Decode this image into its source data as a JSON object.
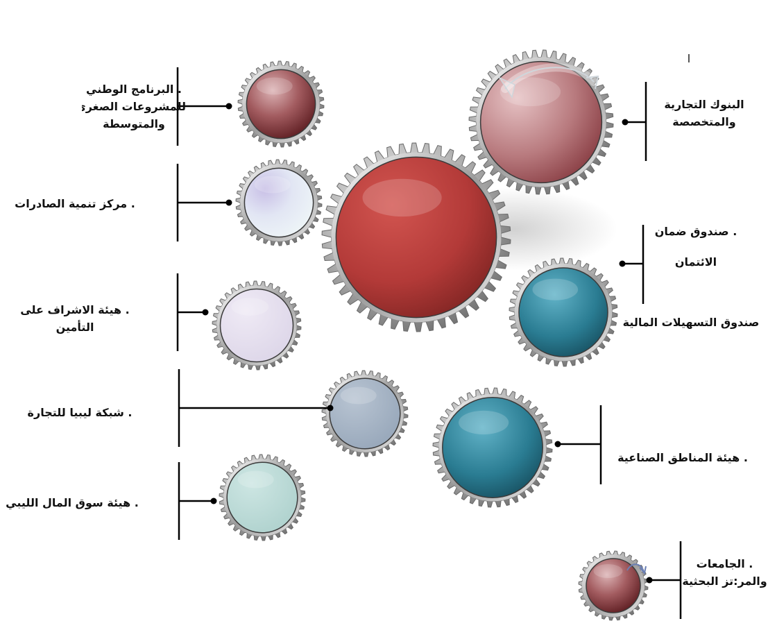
{
  "colors": {
    "gear_rim": "#9a9a9a",
    "maroon_disc": "#8e3a3c",
    "pink_disc": "#b4787c",
    "red_disc": "#b9403e",
    "teal_disc": "#2a7c92",
    "lavender_disc": "#dcd9ef",
    "pale_lavender_disc": "#e6e2ef",
    "steel_disc": "#a5b3c4",
    "mint_disc": "#bcdad7",
    "connector": "#000000"
  },
  "labels": {
    "national_program": {
      "line1": ". البرنامج الوطني",
      "line2": "للمشروعات الصغرى",
      "line3": "والمتوسطة"
    },
    "export_center": {
      "line1": ". مركز تنمية الصادرات"
    },
    "insurance_authority": {
      "line1": ". هيئة الاشراف على",
      "line2": "التأمين"
    },
    "libya_trade_network": {
      "line1": ". شبكة ليبيا للتجارة"
    },
    "stock_market_authority": {
      "line1": ". هيئة سوق المال الليبي"
    },
    "banks": {
      "line1": "البنوك التجارية",
      "line2": "والمتخصصة"
    },
    "credit_guarantee_fund": {
      "line1": ". صندوق ضمان",
      "line2": "الائتمان"
    },
    "facilities_fund": {
      "line1": "صندوق التسهيلات المالية"
    },
    "industrial_zones": {
      "line1": ". هيئة المناطق الصناعية"
    },
    "universities": {
      "line1": ". الجامعات",
      "line2": "والمر:تز البحثية"
    },
    "stray_mark": "ا"
  }
}
